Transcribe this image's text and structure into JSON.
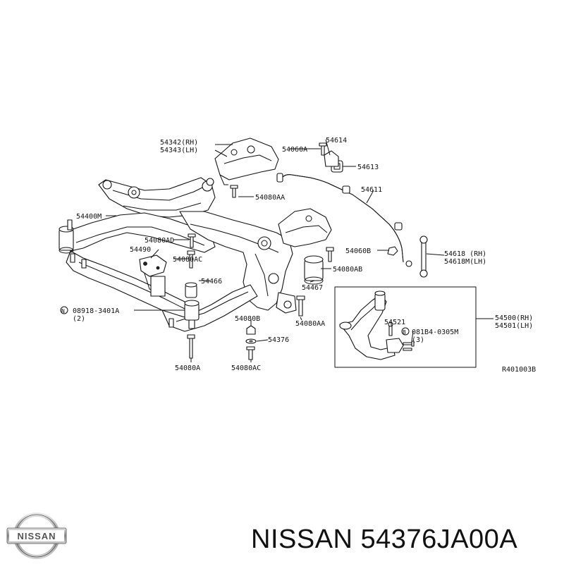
{
  "diagram": {
    "labels": {
      "l54342": "54342(RH)",
      "l54343": "54343(LH)",
      "l54060A": "54060A",
      "l54614": "54614",
      "l54613": "54613",
      "l54611": "54611",
      "l54080AA_top": "54080AA",
      "l54400M": "54400M",
      "l54080AD": "54080AD",
      "l54490": "54490",
      "l54080AC_mid": "54080AC",
      "l54466": "54466",
      "l54060B": "54060B",
      "l54618RH": "54618 (RH)",
      "l54618MLH": "54618M(LH)",
      "l54080AB": "54080AB",
      "l54467": "54467",
      "l08918": "08918-3401A",
      "l08918qty": "(2)",
      "l54080B": "54080B",
      "l54080AA_bot": "54080AA",
      "l54376": "54376",
      "l54080A": "54080A",
      "l54080AC_bot": "54080AC",
      "l54521": "54521",
      "l081B4": "081B4-0305M",
      "l081B4qty": "(3)",
      "l54500": "54500(RH)",
      "l54501": "54501(LH)",
      "ref": "R401003B",
      "circN": "N",
      "circB": "B"
    }
  },
  "brand": {
    "logo_text": "NISSAN"
  },
  "part": {
    "title": "NISSAN 54376JA00A"
  }
}
